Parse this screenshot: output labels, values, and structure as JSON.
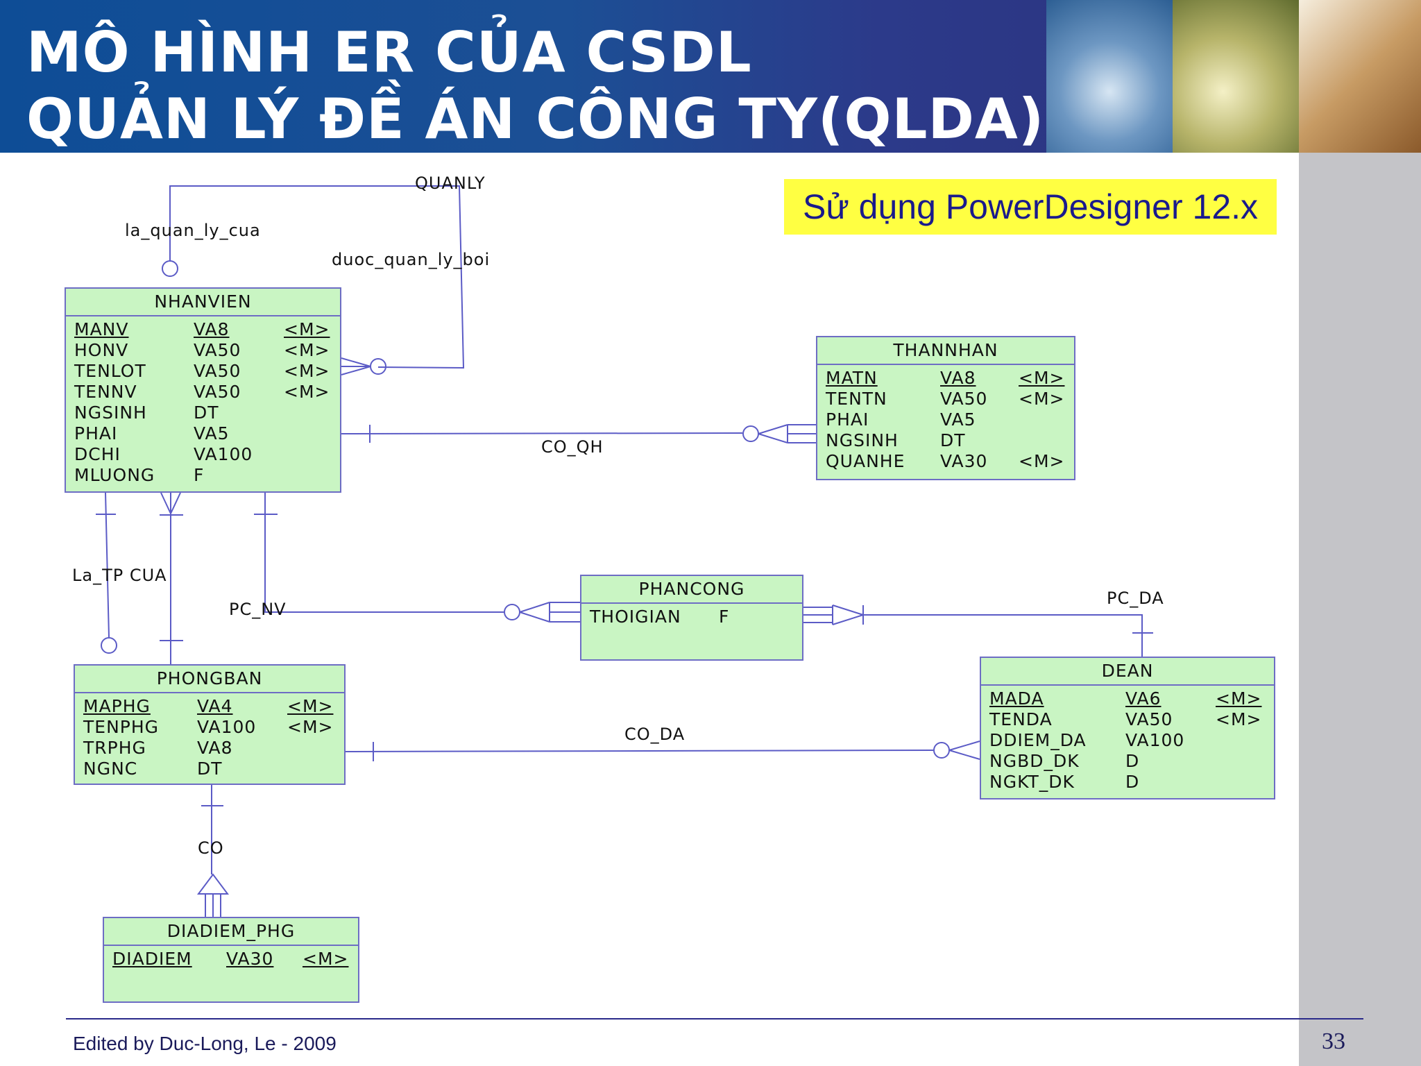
{
  "slide": {
    "title_line1": "MÔ HÌNH ER CỦA CSDL",
    "title_line2": "QUẢN LÝ ĐỀ ÁN CÔNG TY(QLDA)",
    "note": "Sử dụng PowerDesigner 12.x",
    "footer": "Edited by Duc-Long, Le - 2009",
    "page_number": "33"
  },
  "colors": {
    "header": "#1c4f95",
    "entity_fill": "#c9f5c3",
    "entity_border": "#6d6dc4",
    "note_fill": "#ffff42",
    "note_text": "#1a1a8c"
  },
  "entities": {
    "nhanvien": {
      "name": "NHANVIEN",
      "attrs": [
        {
          "name": "MANV",
          "type": "VA8",
          "m": "<M>"
        },
        {
          "name": "HONV",
          "type": "VA50",
          "m": "<M>"
        },
        {
          "name": "TENLOT",
          "type": "VA50",
          "m": "<M>"
        },
        {
          "name": "TENNV",
          "type": "VA50",
          "m": "<M>"
        },
        {
          "name": "NGSINH",
          "type": "DT",
          "m": ""
        },
        {
          "name": "PHAI",
          "type": "VA5",
          "m": ""
        },
        {
          "name": "DCHI",
          "type": "VA100",
          "m": ""
        },
        {
          "name": "MLUONG",
          "type": "F",
          "m": ""
        }
      ]
    },
    "thannhan": {
      "name": "THANNHAN",
      "attrs": [
        {
          "name": "MATN",
          "type": "VA8",
          "m": "<M>"
        },
        {
          "name": "TENTN",
          "type": "VA50",
          "m": "<M>"
        },
        {
          "name": "PHAI",
          "type": "VA5",
          "m": ""
        },
        {
          "name": "NGSINH",
          "type": "DT",
          "m": ""
        },
        {
          "name": "QUANHE",
          "type": "VA30",
          "m": "<M>"
        }
      ]
    },
    "phancong": {
      "name": "PHANCONG",
      "attrs": [
        {
          "name": "THOIGIAN",
          "type": "F",
          "m": ""
        }
      ]
    },
    "phongban": {
      "name": "PHONGBAN",
      "attrs": [
        {
          "name": "MAPHG",
          "type": "VA4",
          "m": "<M>"
        },
        {
          "name": "TENPHG",
          "type": "VA100",
          "m": "<M>"
        },
        {
          "name": "TRPHG",
          "type": "VA8",
          "m": ""
        },
        {
          "name": "NGNC",
          "type": "DT",
          "m": ""
        }
      ]
    },
    "dean": {
      "name": "DEAN",
      "attrs": [
        {
          "name": "MADA",
          "type": "VA6",
          "m": "<M>"
        },
        {
          "name": "TENDA",
          "type": "VA50",
          "m": "<M>"
        },
        {
          "name": "DDIEM_DA",
          "type": "VA100",
          "m": ""
        },
        {
          "name": "NGBD_DK",
          "type": "D",
          "m": ""
        },
        {
          "name": "NGKT_DK",
          "type": "D",
          "m": ""
        }
      ]
    },
    "diadiem_phg": {
      "name": "DIADIEM_PHG",
      "attrs": [
        {
          "name": "DIADIEM",
          "type": "VA30",
          "m": "<M>"
        }
      ]
    }
  },
  "relationships": {
    "quanly": "QUANLY",
    "la_quan_ly_cua": "la_quan_ly_cua",
    "duoc_quan_ly_boi": "duoc_quan_ly_boi",
    "co_qh": "CO_QH",
    "la_tp_cua": "La_TP CUA",
    "pc_nv": "PC_NV",
    "pc_da": "PC_DA",
    "co_da": "CO_DA",
    "co": "CO"
  }
}
